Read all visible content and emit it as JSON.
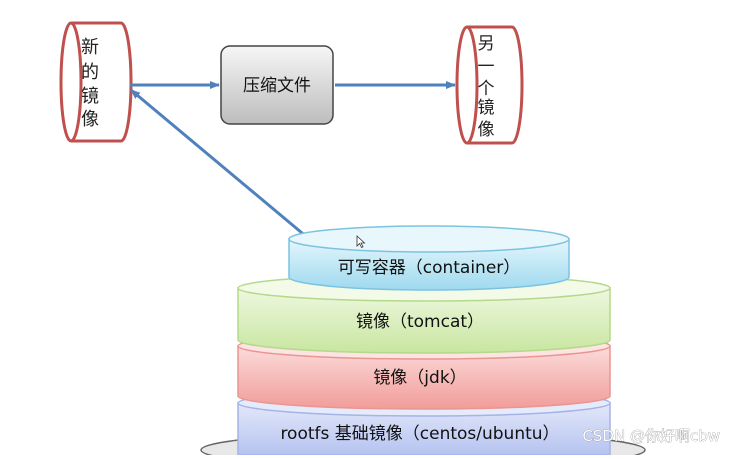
{
  "nodes": {
    "new_image": {
      "lines": [
        "新",
        "的",
        "镜",
        "像"
      ]
    },
    "compress": {
      "label": "压缩文件"
    },
    "other_image": {
      "lines": [
        "另",
        "一",
        "个",
        "镜",
        "像"
      ]
    }
  },
  "layers": {
    "container": "可写容器（container）",
    "tomcat": "镜像（tomcat）",
    "jdk": "镜像（jdk）",
    "rootfs": "rootfs 基础镜像（centos/ubuntu）"
  },
  "watermark": "CSDN @你好啊cbw",
  "colors": {
    "cylinder_stroke": "#c0504d",
    "arrow": "#4f81bd",
    "container_fill": "#b8e4f5",
    "tomcat_fill": "#d8efb8",
    "jdk_fill": "#f7b9b6",
    "rootfs_fill": "#c5d0f3"
  }
}
